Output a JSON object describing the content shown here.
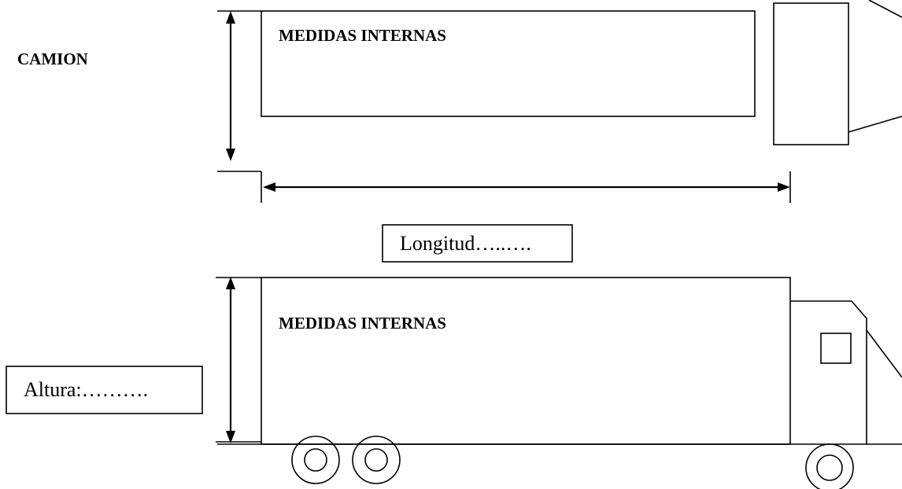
{
  "title": "CAMION",
  "top_view": {
    "cargo_label": "MEDIDAS INTERNAS"
  },
  "side_view": {
    "cargo_label": "MEDIDAS INTERNAS"
  },
  "longitud_label": "Longitud…..….",
  "altura_label": "Altura:………."
}
